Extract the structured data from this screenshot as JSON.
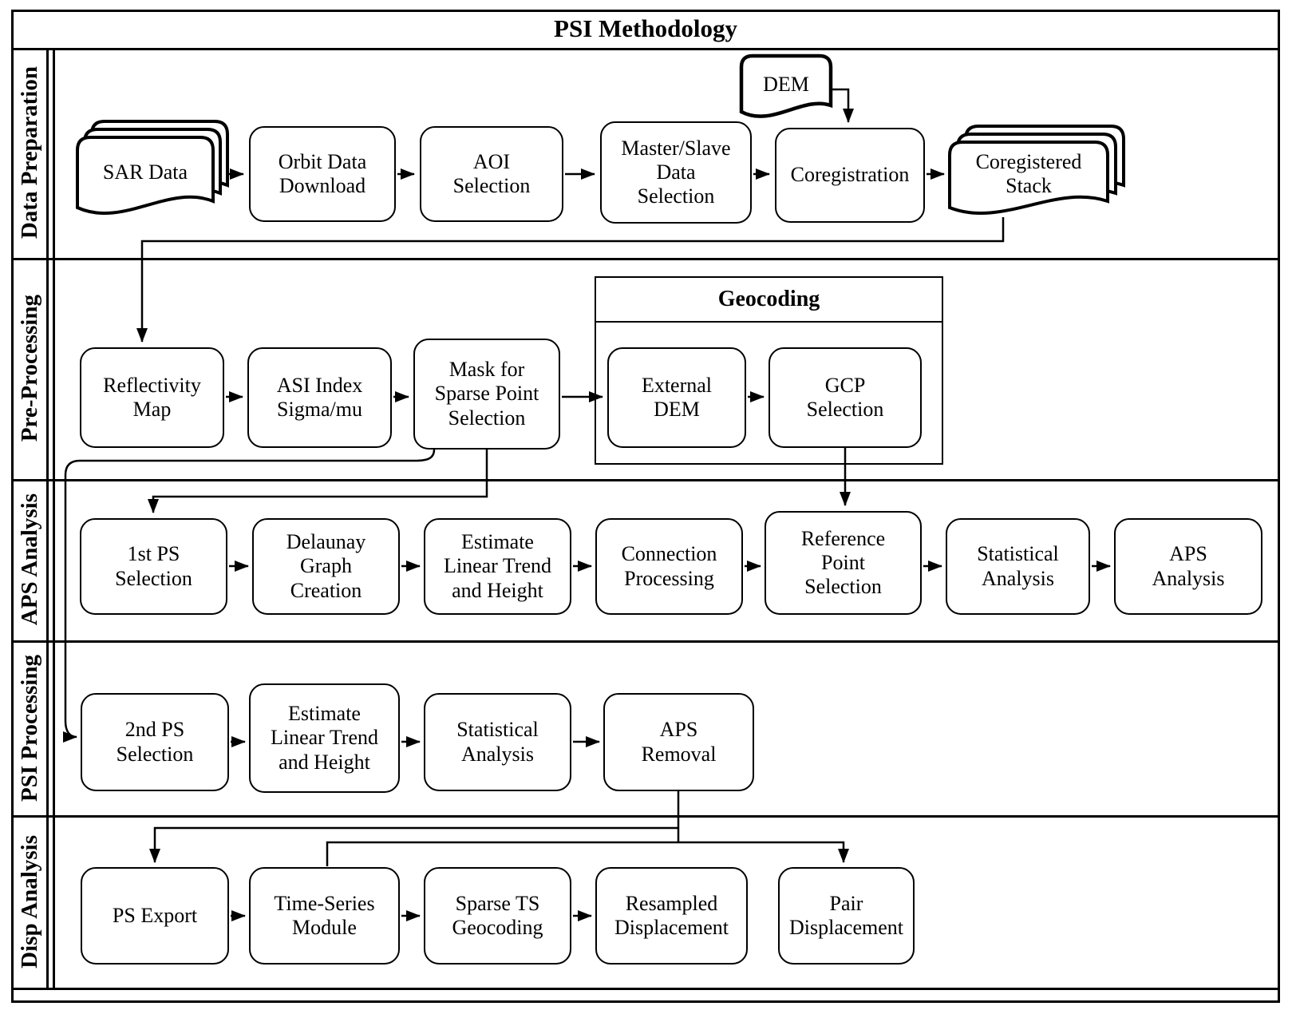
{
  "title": "PSI Methodology",
  "colors": {
    "ink": "#000000",
    "paper": "#ffffff"
  },
  "lanes": [
    {
      "label": "Data Preparation"
    },
    {
      "label": "Pre-Processing"
    },
    {
      "label": "APS Analysis"
    },
    {
      "label": "PSI Processing"
    },
    {
      "label": "Disp Analysis"
    }
  ],
  "geocoding_group": {
    "title": "Geocoding"
  },
  "nodes": {
    "sar_data": {
      "label": "SAR Data",
      "shape": "document-stack"
    },
    "orbit_download": {
      "label": "Orbit Data\nDownload",
      "shape": "rounded"
    },
    "aoi_selection": {
      "label": "AOI\nSelection",
      "shape": "rounded"
    },
    "master_slave": {
      "label": "Master/Slave\nData\nSelection",
      "shape": "rounded"
    },
    "dem": {
      "label": "DEM",
      "shape": "document"
    },
    "coregistration": {
      "label": "Coregistration",
      "shape": "rounded"
    },
    "coregistered_stack": {
      "label": "Coregistered\nStack",
      "shape": "document-stack"
    },
    "reflectivity_map": {
      "label": "Reflectivity\nMap",
      "shape": "rounded"
    },
    "asi_index": {
      "label": "ASI Index\nSigma/mu",
      "shape": "rounded"
    },
    "mask_sparse": {
      "label": "Mask for\nSparse Point\nSelection",
      "shape": "rounded"
    },
    "external_dem": {
      "label": "External\nDEM",
      "shape": "rounded"
    },
    "gcp_selection": {
      "label": "GCP\nSelection",
      "shape": "rounded"
    },
    "ps1_selection": {
      "label": "1st PS\nSelection",
      "shape": "rounded"
    },
    "delaunay": {
      "label": "Delaunay\nGraph\nCreation",
      "shape": "rounded"
    },
    "estimate_trend_1": {
      "label": "Estimate\nLinear Trend\nand Height",
      "shape": "rounded"
    },
    "connection_processing": {
      "label": "Connection\nProcessing",
      "shape": "rounded"
    },
    "reference_point": {
      "label": "Reference\nPoint\nSelection",
      "shape": "rounded"
    },
    "statistical_analysis_1": {
      "label": "Statistical\nAnalysis",
      "shape": "rounded"
    },
    "aps_analysis": {
      "label": "APS\nAnalysis",
      "shape": "rounded"
    },
    "ps2_selection": {
      "label": "2nd PS\nSelection",
      "shape": "rounded"
    },
    "estimate_trend_2": {
      "label": "Estimate\nLinear Trend\nand Height",
      "shape": "rounded"
    },
    "statistical_analysis_2": {
      "label": "Statistical\nAnalysis",
      "shape": "rounded"
    },
    "aps_removal": {
      "label": "APS\nRemoval",
      "shape": "rounded"
    },
    "ps_export": {
      "label": "PS Export",
      "shape": "rounded"
    },
    "time_series": {
      "label": "Time-Series\nModule",
      "shape": "rounded"
    },
    "sparse_ts": {
      "label": "Sparse TS\nGeocoding",
      "shape": "rounded"
    },
    "resampled_disp": {
      "label": "Resampled\nDisplacement",
      "shape": "rounded"
    },
    "pair_disp": {
      "label": "Pair\nDisplacement",
      "shape": "rounded"
    }
  },
  "edges": [
    {
      "from": "sar_data",
      "to": "orbit_download"
    },
    {
      "from": "orbit_download",
      "to": "aoi_selection"
    },
    {
      "from": "aoi_selection",
      "to": "master_slave"
    },
    {
      "from": "master_slave",
      "to": "coregistration"
    },
    {
      "from": "dem",
      "to": "coregistration"
    },
    {
      "from": "coregistration",
      "to": "coregistered_stack"
    },
    {
      "from": "coregistered_stack",
      "to": "reflectivity_map"
    },
    {
      "from": "reflectivity_map",
      "to": "asi_index"
    },
    {
      "from": "asi_index",
      "to": "mask_sparse"
    },
    {
      "from": "mask_sparse",
      "to": "external_dem"
    },
    {
      "from": "external_dem",
      "to": "gcp_selection"
    },
    {
      "from": "gcp_selection",
      "to": "reference_point"
    },
    {
      "from": "mask_sparse",
      "to": "ps1_selection"
    },
    {
      "from": "mask_sparse",
      "to": "ps2_selection"
    },
    {
      "from": "ps1_selection",
      "to": "delaunay"
    },
    {
      "from": "delaunay",
      "to": "estimate_trend_1"
    },
    {
      "from": "estimate_trend_1",
      "to": "connection_processing"
    },
    {
      "from": "connection_processing",
      "to": "reference_point"
    },
    {
      "from": "reference_point",
      "to": "statistical_analysis_1"
    },
    {
      "from": "statistical_analysis_1",
      "to": "aps_analysis"
    },
    {
      "from": "ps2_selection",
      "to": "estimate_trend_2"
    },
    {
      "from": "estimate_trend_2",
      "to": "statistical_analysis_2"
    },
    {
      "from": "statistical_analysis_2",
      "to": "aps_removal"
    },
    {
      "from": "aps_removal",
      "to": "ps_export"
    },
    {
      "from": "aps_removal",
      "to": "time_series"
    },
    {
      "from": "aps_removal",
      "to": "pair_disp"
    },
    {
      "from": "ps_export",
      "to": "time_series"
    },
    {
      "from": "time_series",
      "to": "sparse_ts"
    },
    {
      "from": "sparse_ts",
      "to": "resampled_disp"
    }
  ]
}
